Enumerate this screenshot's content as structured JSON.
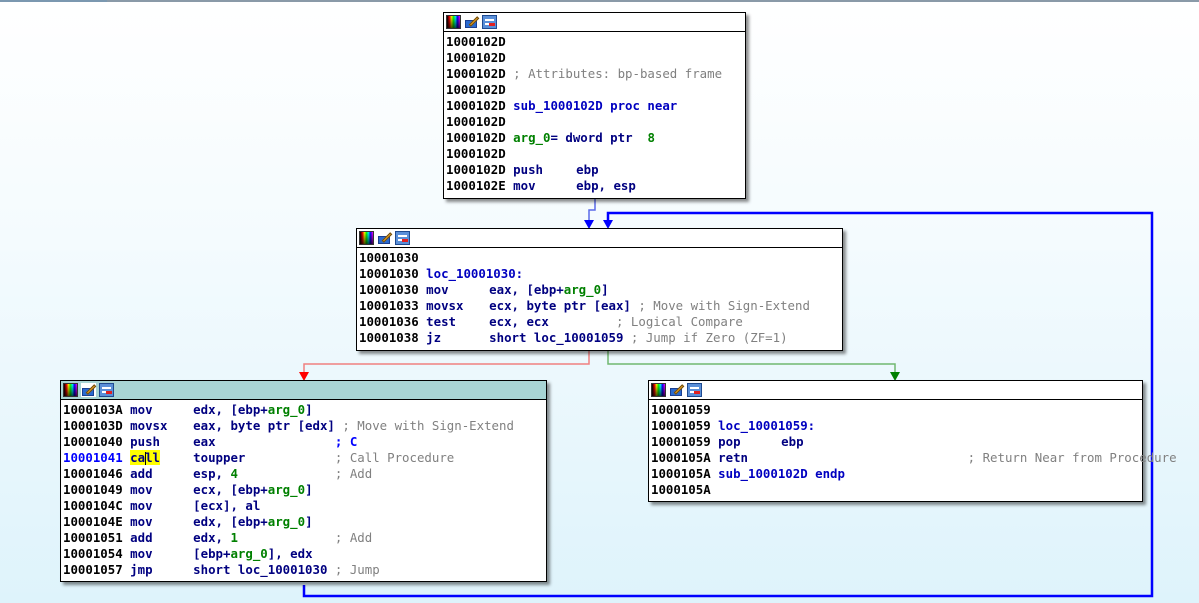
{
  "view": "IDA graph view",
  "colors": {
    "edge_true": "#0000ff",
    "edge_branch_taken": "#008000",
    "edge_branch_not_taken": "#ff0000",
    "selected_header": "#a8d4d4",
    "address": "#000000",
    "mnemonic": "#000080",
    "variable": "#008000",
    "comment": "#808080"
  },
  "header_icons": [
    "color-palette-icon",
    "rename-pencil-icon",
    "graph-overview-icon"
  ],
  "blocks": [
    {
      "id": "block-prologue",
      "lines": [
        {
          "addr": "1000102D",
          "text": ""
        },
        {
          "addr": "1000102D",
          "text": ""
        },
        {
          "addr": "1000102D",
          "comment": "; Attributes: bp-based frame"
        },
        {
          "addr": "1000102D",
          "text": ""
        },
        {
          "addr": "1000102D",
          "label": "sub_1000102D proc near"
        },
        {
          "addr": "1000102D",
          "text": ""
        },
        {
          "addr": "1000102D",
          "var": "arg_0",
          "rest": "= dword ptr  ",
          "num": "8"
        },
        {
          "addr": "1000102D",
          "text": ""
        },
        {
          "addr": "1000102D",
          "mn": "push",
          "op": "ebp"
        },
        {
          "addr": "1000102E",
          "mn": "mov",
          "op": "ebp, esp"
        }
      ]
    },
    {
      "id": "block-loop-head",
      "lines": [
        {
          "addr": "10001030",
          "text": ""
        },
        {
          "addr": "10001030",
          "label": "loc_10001030:"
        },
        {
          "addr": "10001030",
          "mn": "mov",
          "op_pre": "eax, [ebp+",
          "op_var": "arg_0",
          "op_post": "]"
        },
        {
          "addr": "10001033",
          "mn": "movsx",
          "op": "ecx, byte ptr [eax]",
          "comment": " ; Move with Sign-Extend"
        },
        {
          "addr": "10001036",
          "mn": "test",
          "op": "ecx, ecx        ",
          "comment": " ; Logical Compare"
        },
        {
          "addr": "10001038",
          "mn": "jz",
          "op": "short loc_10001059",
          "comment": " ; Jump if Zero (ZF=1)"
        }
      ]
    },
    {
      "id": "block-loop-body",
      "selected": true,
      "lines": [
        {
          "addr": "1000103A",
          "mn": "mov",
          "op_pre": "edx, [ebp+",
          "op_var": "arg_0",
          "op_post": "]"
        },
        {
          "addr": "1000103D",
          "mn": "movsx",
          "op": "eax, byte ptr [edx]",
          "comment": " ; Move with Sign-Extend"
        },
        {
          "addr": "10001040",
          "mn": "push",
          "op": "eax                ",
          "comment_blue": "; C"
        },
        {
          "addr": "10001041",
          "current": true,
          "mn_hl": "call",
          "op": "toupper            ",
          "comment": "; Call Procedure"
        },
        {
          "addr": "10001046",
          "mn": "add",
          "op_pre": "esp, ",
          "op_num": "4",
          "op_post": "             ",
          "comment": "; Add"
        },
        {
          "addr": "10001049",
          "mn": "mov",
          "op_pre": "ecx, [ebp+",
          "op_var": "arg_0",
          "op_post": "]"
        },
        {
          "addr": "1000104C",
          "mn": "mov",
          "op": "[ecx], al"
        },
        {
          "addr": "1000104E",
          "mn": "mov",
          "op_pre": "edx, [ebp+",
          "op_var": "arg_0",
          "op_post": "]"
        },
        {
          "addr": "10001051",
          "mn": "add",
          "op_pre": "edx, ",
          "op_num": "1",
          "op_post": "             ",
          "comment": "; Add"
        },
        {
          "addr": "10001054",
          "mn": "mov",
          "op_pre": "[ebp+",
          "op_var": "arg_0",
          "op_post": "], edx"
        },
        {
          "addr": "10001057",
          "mn": "jmp",
          "op": "short loc_10001030",
          "comment": " ; Jump"
        }
      ]
    },
    {
      "id": "block-exit",
      "lines": [
        {
          "addr": "10001059",
          "text": ""
        },
        {
          "addr": "10001059",
          "label": "loc_10001059:"
        },
        {
          "addr": "10001059",
          "mn": "pop",
          "op": "ebp"
        },
        {
          "addr": "1000105A",
          "mn": "retn",
          "op": "                         ",
          "comment": "; Return Near from Procedure"
        },
        {
          "addr": "1000105A",
          "label": "sub_1000102D endp"
        },
        {
          "addr": "1000105A",
          "text": ""
        }
      ]
    }
  ],
  "edges": [
    {
      "from": "block-prologue",
      "to": "block-loop-head",
      "type": "fallthrough",
      "color": "#0000ff"
    },
    {
      "from": "block-loop-head",
      "to": "block-loop-body",
      "type": "false",
      "color": "#ff0000"
    },
    {
      "from": "block-loop-head",
      "to": "block-exit",
      "type": "true",
      "color": "#008000"
    },
    {
      "from": "block-loop-body",
      "to": "block-loop-head",
      "type": "back-edge",
      "color": "#0000ff"
    }
  ],
  "cursor": {
    "addr": "10001041",
    "highlighted_word": "call"
  }
}
